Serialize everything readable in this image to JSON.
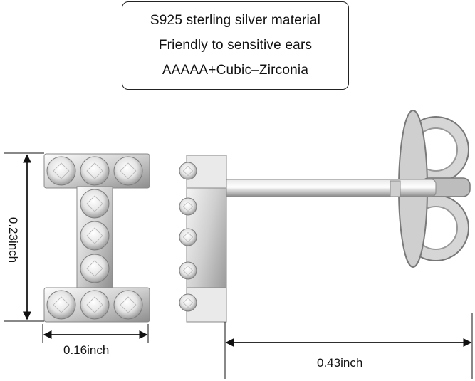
{
  "features": {
    "line1": "S925 sterling silver material",
    "line2": "Friendly to sensitive ears",
    "line3": "AAAAA+Cubic–Zirconia"
  },
  "dimensions": {
    "height": "0.23inch",
    "width": "0.16inch",
    "length": "0.43inch"
  },
  "colors": {
    "silver_light": "#f2f2f2",
    "silver_mid": "#c8c8c8",
    "silver_dark": "#8a8a8a",
    "line": "#111111"
  }
}
